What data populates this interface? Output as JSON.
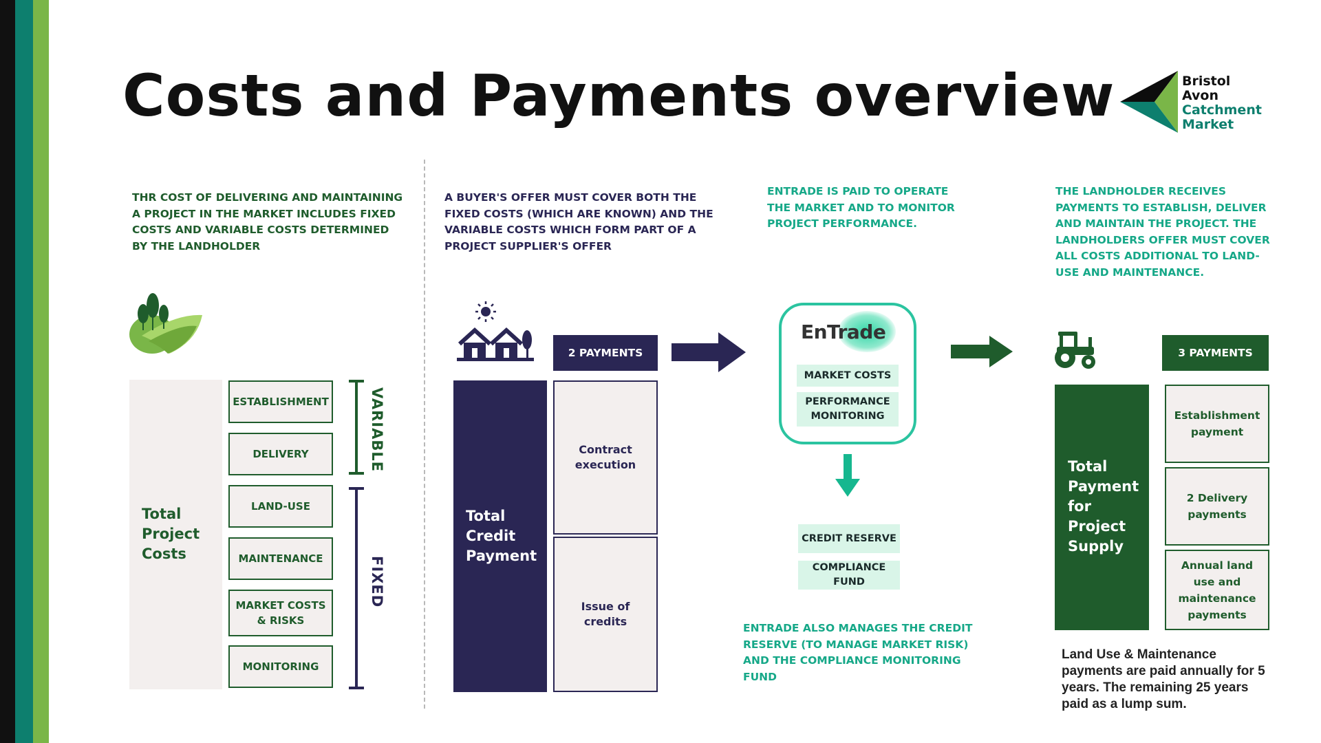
{
  "title": "Costs and Payments overview",
  "colors": {
    "stripe_dark": "#111111",
    "stripe_teal": "#0d7f6e",
    "stripe_lime": "#7ab648",
    "dark_green": "#1f5c2c",
    "navy": "#2a2654",
    "teal": "#16b78f",
    "mint": "#d9f5e8",
    "beige": "#f3efee"
  },
  "logo": {
    "line1": "Bristol",
    "line2": "Avon",
    "line3": "Catchment",
    "line4": "Market"
  },
  "section1": {
    "description_lines": [
      "THR COST OF DELIVERING AND MAINTAINING",
      "A PROJECT IN THE MARKET INCLUDES FIXED",
      "COSTS AND VARIABLE COSTS DETERMINED",
      "BY THE LANDHOLDER"
    ],
    "total_label_lines": [
      "Total",
      "Project",
      "Costs"
    ],
    "items": [
      "ESTABLISHMENT",
      "DELIVERY",
      "LAND-USE",
      "MAINTENANCE",
      "MARKET COSTS & RISKS",
      "MONITORING"
    ],
    "variable_label": "VARIABLE",
    "fixed_label": "FIXED",
    "icon": "landscape-trees-icon"
  },
  "section2": {
    "description_lines": [
      "A BUYER'S OFFER MUST COVER BOTH THE",
      "FIXED COSTS (WHICH ARE KNOWN) AND THE",
      "VARIABLE COSTS WHICH FORM PART OF A",
      "PROJECT SUPPLIER'S OFFER"
    ],
    "payments_header": "2 PAYMENTS",
    "total_label_lines": [
      "Total",
      "Credit",
      "Payment"
    ],
    "items": [
      "Contract execution",
      "Issue of credits"
    ],
    "icon": "houses-sun-icon"
  },
  "section3": {
    "description_lines": [
      "ENTRADE IS PAID TO OPERATE",
      "THE MARKET AND TO MONITOR",
      "PROJECT PERFORMANCE."
    ],
    "entrade_logo": "EnTrade",
    "entrade_items": [
      "MARKET COSTS",
      "PERFORMANCE MONITORING"
    ],
    "funds": [
      "CREDIT RESERVE",
      "COMPLIANCE FUND"
    ],
    "footer_lines": [
      "ENTRADE ALSO MANAGES THE CREDIT",
      "RESERVE (TO MANAGE MARKET RISK)",
      "AND THE COMPLIANCE MONITORING",
      "FUND"
    ]
  },
  "section4": {
    "description_lines": [
      "THE LANDHOLDER RECEIVES",
      "PAYMENTS TO ESTABLISH, DELIVER",
      "AND MAINTAIN THE PROJECT.  THE",
      "LANDHOLDERS OFFER MUST COVER",
      "ALL COSTS ADDITIONAL TO LAND-",
      "USE AND MAINTENANCE."
    ],
    "payments_header": "3 PAYMENTS",
    "total_label_lines": [
      "Total",
      "Payment",
      "for",
      "Project",
      "Supply"
    ],
    "items": [
      "Establishment payment",
      "2 Delivery payments",
      "Annual land use and maintenance payments"
    ],
    "note_lines": [
      "Land Use & Maintenance",
      "payments are paid annually for 5",
      "years. The remaining 25 years",
      "paid as a lump sum."
    ],
    "icon": "tractor-icon"
  }
}
